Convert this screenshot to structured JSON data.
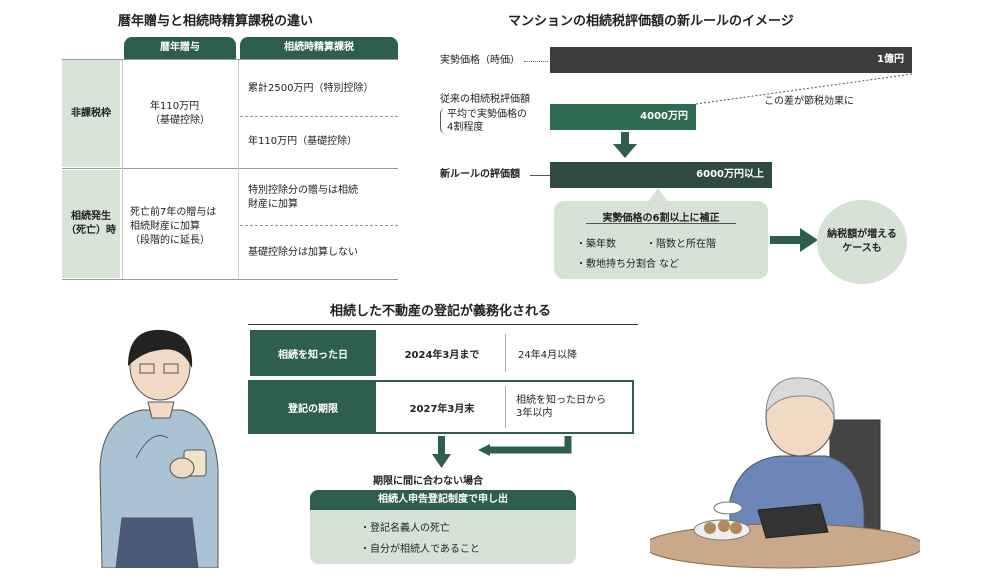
{
  "gift_table": {
    "title": "暦年贈与と相続時精算課税の違い",
    "col1": "暦年贈与",
    "col2": "相続時精算課税",
    "row1_label": "非課税枠",
    "row1_calendar": "年110万円\n（基礎控除）",
    "row1_settle_a": "累計2500万円（特別控除）",
    "row1_settle_b": "年110万円（基礎控除）",
    "row2_label": "相続発生\n（死亡）時",
    "row2_calendar": "死亡前7年の贈与は\n相続財産に加算\n（段階的に延長）",
    "row2_settle_a": "特別控除分の贈与は相続\n財産に加算",
    "row2_settle_b": "基礎控除分は加算しない"
  },
  "mansion": {
    "title": "マンションの相続税評価額の新ルールのイメージ",
    "market_label": "実勢価格（時価）",
    "market_value": "1億円",
    "old_label": "従来の相続税評価額",
    "old_note": "平均で実勢価格の\n4割程度",
    "old_value": "4000万円",
    "gap_note": "この差が節税効果に",
    "new_label": "新ルールの評価額",
    "new_value": "6000万円以上",
    "correction_title": "実勢価格の6割以上に補正",
    "factors": [
      "築年数",
      "階数と所在階",
      "敷地持ち分割合 など"
    ],
    "result": "納税額が増える\nケースも"
  },
  "registration": {
    "title": "相続した不動産の登記が義務化される",
    "row1_label": "相続を知った日",
    "row1_a": "2024年3月まで",
    "row1_b": "24年4月以降",
    "row2_label": "登記の期限",
    "row2_a": "2027年3月末",
    "row2_b": "相続を知った日から\n3年以内",
    "late_note": "期限に間に合わない場合",
    "system_title": "相続人申告登記制度で申し出",
    "system_items": [
      "登記名義人の死亡",
      "自分が相続人であること"
    ]
  },
  "colors": {
    "dark_green": "#2e5e4e",
    "light_green": "#d6e2d6",
    "bar_gray": "#3d3d3d"
  }
}
